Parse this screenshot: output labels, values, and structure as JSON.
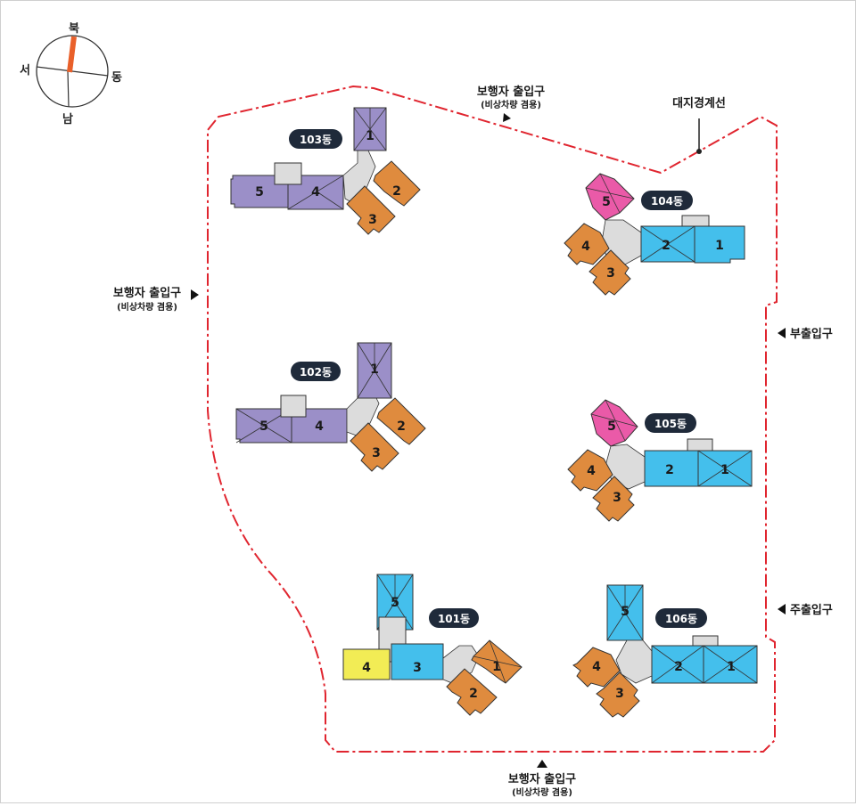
{
  "compass": {
    "north": "북",
    "south": "남",
    "west": "서",
    "east": "동"
  },
  "labels": {
    "pedestrian_top": {
      "main": "보행자 출입구",
      "sub": "(비상차량 겸용)"
    },
    "pedestrian_left": {
      "main": "보행자 출입구",
      "sub": "(비상차량 겸용)"
    },
    "pedestrian_bottom": {
      "main": "보행자 출입구",
      "sub": "(비상차량 겸용)"
    },
    "boundary": "대지경계선",
    "sub_entrance": "부출입구",
    "main_entrance": "주출입구"
  },
  "colors": {
    "purple": "#9b8fc8",
    "orange": "#df8b3e",
    "blue": "#44bfec",
    "pink": "#ea5aa8",
    "yellow": "#f2ec55",
    "core": "#dcdcdc",
    "boundary": "#e0252f",
    "badge": "#1f2a3a",
    "needle": "#e9602a"
  },
  "buildings": [
    {
      "name": "103동",
      "units": [
        "1",
        "2",
        "3",
        "4",
        "5"
      ]
    },
    {
      "name": "102동",
      "units": [
        "1",
        "2",
        "3",
        "4",
        "5"
      ]
    },
    {
      "name": "104동",
      "units": [
        "1",
        "2",
        "3",
        "4",
        "5"
      ]
    },
    {
      "name": "105동",
      "units": [
        "1",
        "2",
        "3",
        "4",
        "5"
      ]
    },
    {
      "name": "101동",
      "units": [
        "1",
        "2",
        "3",
        "4",
        "5"
      ]
    },
    {
      "name": "106동",
      "units": [
        "1",
        "2",
        "3",
        "4",
        "5"
      ]
    }
  ]
}
